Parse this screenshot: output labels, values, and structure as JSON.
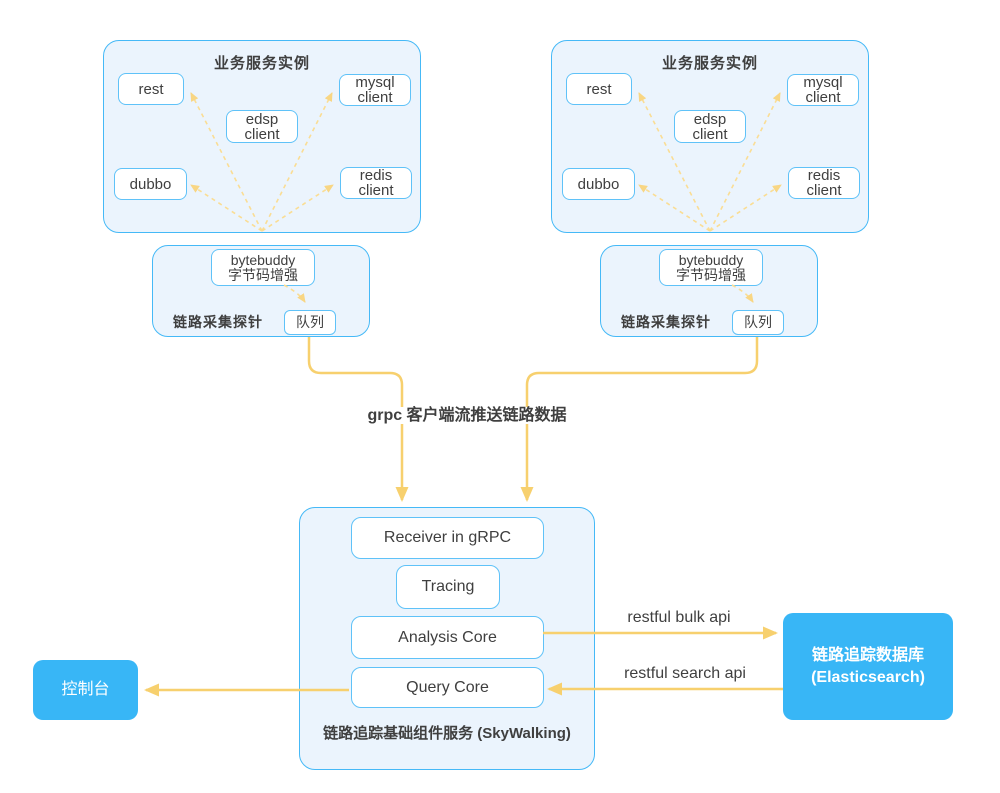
{
  "colors": {
    "accent-blue": "#38b6f6",
    "border-blue": "#45b9f7",
    "inner-border": "#5fc2f8",
    "panel-fill": "#ebf4fd",
    "line-yellow": "#f7d06e",
    "dash-yellow": "#fadd94",
    "text-dark": "#3f3f3f",
    "text-white": "#ffffff"
  },
  "instances": [
    {
      "title": "业务服务实例",
      "rest": "rest",
      "dubbo": "dubbo",
      "edsp": [
        "edsp",
        "client"
      ],
      "mysql": [
        "mysql",
        "client"
      ],
      "redis": [
        "redis",
        "client"
      ]
    },
    {
      "title": "业务服务实例",
      "rest": "rest",
      "dubbo": "dubbo",
      "edsp": [
        "edsp",
        "client"
      ],
      "mysql": [
        "mysql",
        "client"
      ],
      "redis": [
        "redis",
        "client"
      ]
    }
  ],
  "probes": [
    {
      "label": "链路采集探针",
      "enhancer": [
        "bytebuddy",
        "字节码增强"
      ],
      "queue": "队列"
    },
    {
      "label": "链路采集探针",
      "enhancer": [
        "bytebuddy",
        "字节码增强"
      ],
      "queue": "队列"
    }
  ],
  "flow": {
    "grpc_label": "grpc 客户端流推送链路数据",
    "bulk_api_label": "restful bulk api",
    "search_api_label": "restful search api"
  },
  "skywalking": {
    "modules": [
      "Receiver in gRPC",
      "Tracing",
      "Analysis Core",
      "Query Core"
    ],
    "caption": [
      "链路追踪基础组件服务",
      "(SkyWalking)"
    ]
  },
  "storage": {
    "caption": [
      "链路追踪数据库",
      "(Elasticsearch)"
    ]
  },
  "console": {
    "label": "控制台"
  }
}
